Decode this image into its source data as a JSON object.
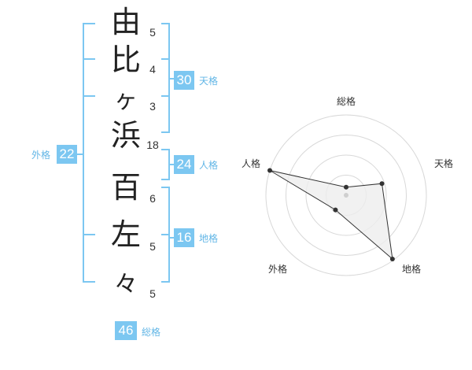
{
  "name": {
    "chars": [
      "由",
      "比",
      "ヶ",
      "浜",
      "百",
      "左",
      "々"
    ],
    "strokes": [
      "5",
      "4",
      "3",
      "18",
      "6",
      "5",
      "5"
    ]
  },
  "kaku": {
    "tenkaku": {
      "value": "30",
      "label": "天格"
    },
    "jinkaku": {
      "value": "24",
      "label": "人格"
    },
    "chikaku": {
      "value": "16",
      "label": "地格"
    },
    "gaikaku": {
      "value": "22",
      "label": "外格"
    },
    "soukaku": {
      "value": "46",
      "label": "総格"
    }
  },
  "radar": {
    "axes": [
      "総格",
      "天格",
      "地格",
      "外格",
      "人格"
    ],
    "values": [
      0.0,
      0.41,
      0.98,
      0.14,
      1.0
    ],
    "colors": {
      "bracket": "#7cc7f1",
      "grid": "#d8d8d8",
      "fill": "#eeeeee",
      "line": "#333333"
    }
  }
}
